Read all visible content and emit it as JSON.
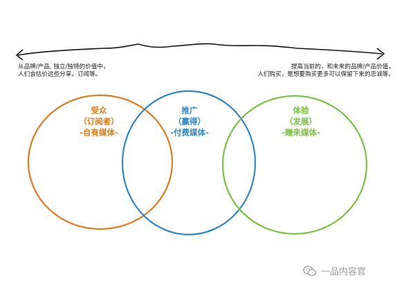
{
  "notes": {
    "left": [
      "从品牌/产品, 独立/独特的价值中，",
      "人们会估价这些分享，订阅等。"
    ],
    "right": [
      "提高当前的，和未来的品牌/产品价值，",
      "人们购买，是想要购买更多可以保留下来的忠诚等。"
    ]
  },
  "circles": [
    {
      "lines": [
        "受众",
        "（订阅者）",
        "-自有媒体-"
      ],
      "color": "#e07b1e"
    },
    {
      "lines": [
        "推广",
        "（赢得）",
        "-付费媒体-"
      ],
      "color": "#2f86c9"
    },
    {
      "lines": [
        "体验",
        "（发展）",
        "-赚来媒体-"
      ],
      "color": "#7ac143"
    }
  ],
  "watermark": {
    "text": "一品内容官",
    "icon": "wechat-icon"
  }
}
